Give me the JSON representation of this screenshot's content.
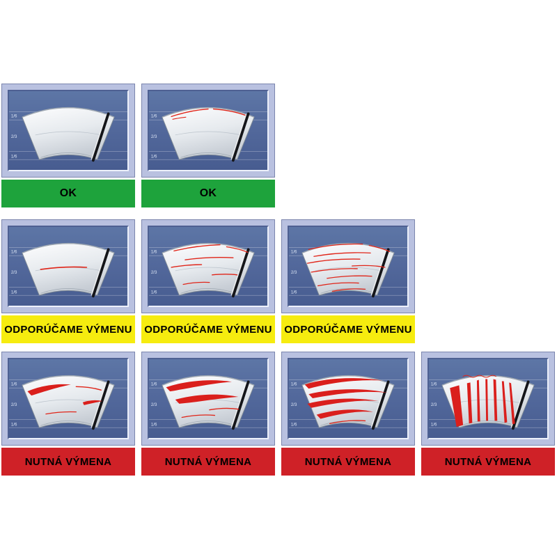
{
  "marks": [
    "1/6",
    "2/3",
    "1/6"
  ],
  "statuses": {
    "ok": {
      "label": "OK",
      "color": "#1ea33c",
      "text_color": "#000000"
    },
    "recommend": {
      "label": "ODPORÚČAME VÝMENU",
      "color": "#f6ec0f",
      "text_color": "#000000"
    },
    "replace": {
      "label": "NUTNÁ VÝMENA",
      "color": "#cf2127",
      "text_color": "#000000"
    }
  },
  "rows": [
    {
      "status": "ok",
      "cells": [
        {
          "label": "OK",
          "severity": "clean-no-streaks"
        },
        {
          "label": "OK",
          "severity": "faint-streaks-top-sixth-only"
        }
      ]
    },
    {
      "status": "recommend",
      "cells": [
        {
          "label": "ODPORÚČAME VÝMENU",
          "severity": "single-thin-streak"
        },
        {
          "label": "ODPORÚČAME VÝMENU",
          "severity": "several-thin-streaks"
        },
        {
          "label": "ODPORÚČAME VÝMENU",
          "severity": "many-thin-streaks"
        }
      ]
    },
    {
      "status": "replace",
      "cells": [
        {
          "label": "NUTNÁ VÝMENA",
          "severity": "thick-smear-and-streaks"
        },
        {
          "label": "NUTNÁ VÝMENA",
          "severity": "multiple-thick-smears"
        },
        {
          "label": "NUTNÁ VÝMENA",
          "severity": "heavy-smearing-everywhere"
        },
        {
          "label": "NUTNÁ VÝMENA",
          "severity": "vertical-unwiped-bands"
        }
      ]
    }
  ]
}
